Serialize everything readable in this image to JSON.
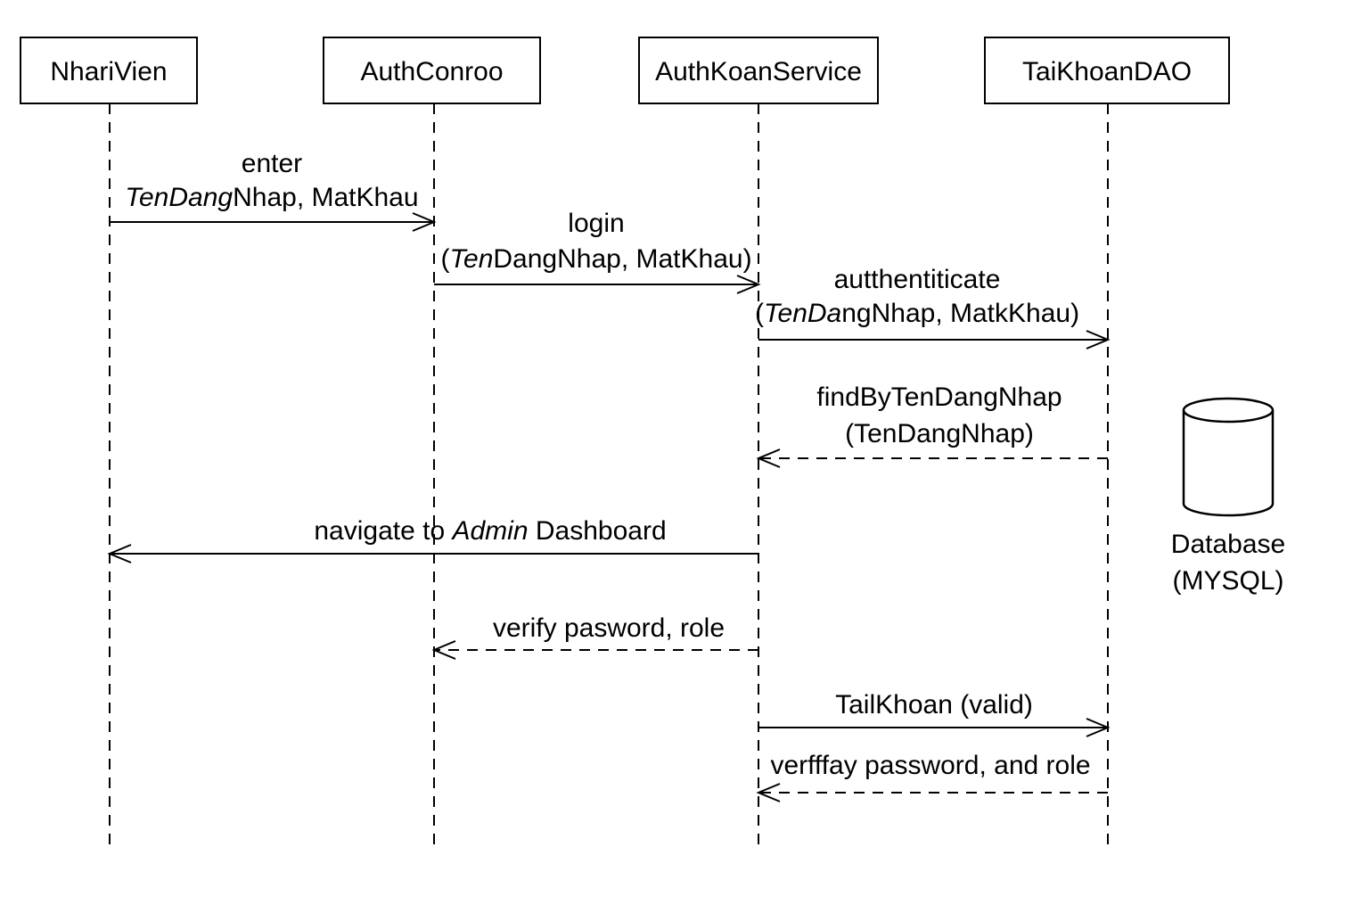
{
  "participants": [
    {
      "id": "nhanvien",
      "label": "NhariVien"
    },
    {
      "id": "authcontroller",
      "label": "AuthConroo"
    },
    {
      "id": "authservice",
      "label": "AuthKoanService"
    },
    {
      "id": "taikhoandao",
      "label": "TaiKhoanDAO"
    }
  ],
  "messages": [
    {
      "id": "enter",
      "from": "nhanvien",
      "to": "authcontroller",
      "style": "solid",
      "lines": [
        [
          {
            "t": "enter"
          }
        ],
        [
          {
            "t": "TenDang",
            "i": true
          },
          {
            "t": "Nhap, MatKhau"
          }
        ]
      ]
    },
    {
      "id": "login",
      "from": "authcontroller",
      "to": "authservice",
      "style": "solid",
      "lines": [
        [
          {
            "t": "login"
          }
        ],
        [
          {
            "t": "("
          },
          {
            "t": "Ten",
            "i": true
          },
          {
            "t": "DangNhap, MatKhau)"
          }
        ]
      ]
    },
    {
      "id": "authenticate",
      "from": "authservice",
      "to": "taikhoandao",
      "style": "solid",
      "lines": [
        [
          {
            "t": "autthentiticate"
          }
        ],
        [
          {
            "t": "("
          },
          {
            "t": "TenDa",
            "i": true
          },
          {
            "t": "ngNhap, MatkKhau)"
          }
        ]
      ]
    },
    {
      "id": "findbytendangnhap",
      "from": "taikhoandao",
      "to": "authservice",
      "style": "dashed",
      "lines": [
        [
          {
            "t": "findByTenDangNhap"
          }
        ],
        [
          {
            "t": "(TenDangNhap)"
          }
        ]
      ]
    },
    {
      "id": "navigate",
      "from": "authservice",
      "to": "nhanvien",
      "style": "solid",
      "lines": [
        [
          {
            "t": "navigate to "
          },
          {
            "t": "Admin",
            "i": true
          },
          {
            "t": " Dashboard"
          }
        ]
      ]
    },
    {
      "id": "verify",
      "from": "authservice",
      "to": "authcontroller",
      "style": "dashed",
      "lines": [
        [
          {
            "t": "verify pasword, role"
          }
        ]
      ]
    },
    {
      "id": "taikhoan-valid",
      "from": "authservice",
      "to": "taikhoandao",
      "style": "solid",
      "lines": [
        [
          {
            "t": "TailKhoan (valid)"
          }
        ]
      ]
    },
    {
      "id": "verfffay",
      "from": "taikhoandao",
      "to": "authservice",
      "style": "dashed",
      "lines": [
        [
          {
            "t": "verfffay password, and role"
          }
        ]
      ]
    }
  ],
  "database": {
    "icon": "database-cylinder-icon",
    "label_lines": [
      "Database",
      "(MYSQL)"
    ]
  }
}
